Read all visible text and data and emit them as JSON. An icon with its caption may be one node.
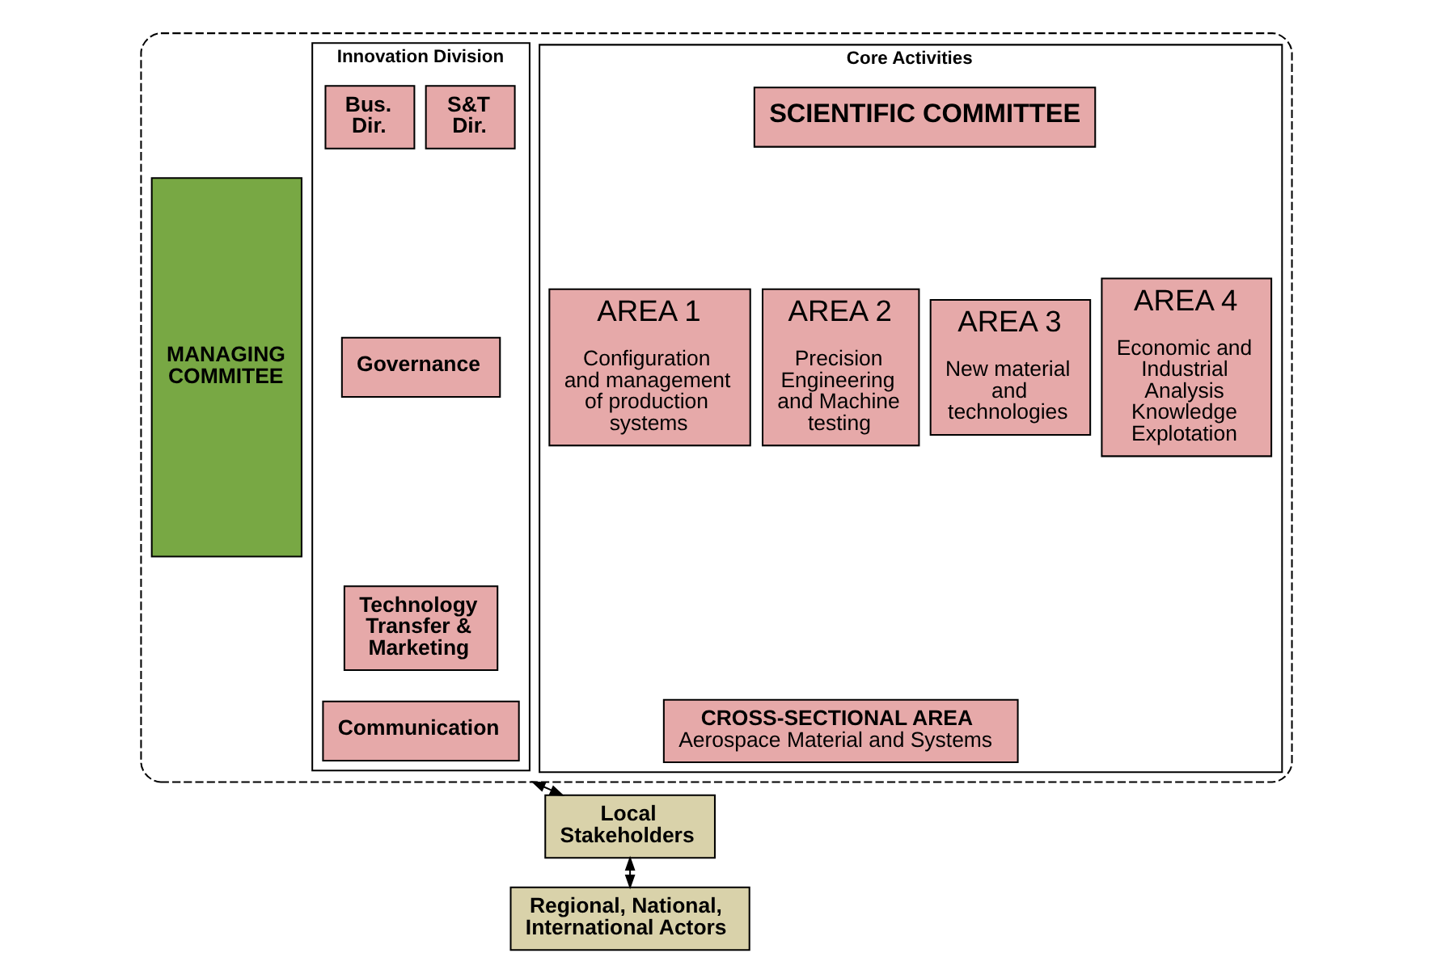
{
  "diagram": {
    "nodes": [
      {
        "text": [],
        "shape": "box"
      },
      {
        "text": [
          "MANAGING COMMITEE"
        ],
        "in": 0
      },
      {
        "text": [
          "Core Activities"
        ],
        "in": 0
      },
      {
        "text": [
          "SCIENTIFIC COMMITTEE"
        ],
        "in": 2
      },
      {
        "text": [
          "AREA 1",
          "Configuration and management of production systems"
        ],
        "in": 2
      },
      {
        "text": [
          "AREA 2",
          "Precision Engineering and Machine testing"
        ],
        "in": 2
      },
      {
        "text": [
          "AREA 3",
          "New material and technologies"
        ],
        "in": 2
      },
      {
        "text": [
          "AREA 4",
          "Economic and Industrial Analysis Knowledge Explotation"
        ],
        "in": 2
      },
      {
        "text": [
          "CROSS-SECTIONAL AREA",
          "Aerospace Material and Systems"
        ],
        "in": 2
      },
      {
        "text": [
          "Innovation Division"
        ],
        "in": 0
      },
      {
        "text": [
          "S&T Dir."
        ],
        "in": 9
      },
      {
        "text": [
          "Bus. Dir."
        ],
        "in": 9
      },
      {
        "text": [
          "Governance"
        ],
        "in": 9
      },
      {
        "text": [
          "Technology Transfer & Marketing"
        ],
        "in": 9
      },
      {
        "text": [
          "Communication"
        ],
        "in": 9
      },
      {
        "text": [
          "Local Stakeholders"
        ]
      },
      {
        "text": [
          "Regional, National, International Actors"
        ]
      }
    ],
    "edges": [
      {
        "from": 0,
        "to": 15,
        "arrow": "both"
      },
      {
        "from": 15,
        "to": 16,
        "arrow": "both"
      }
    ]
  }
}
